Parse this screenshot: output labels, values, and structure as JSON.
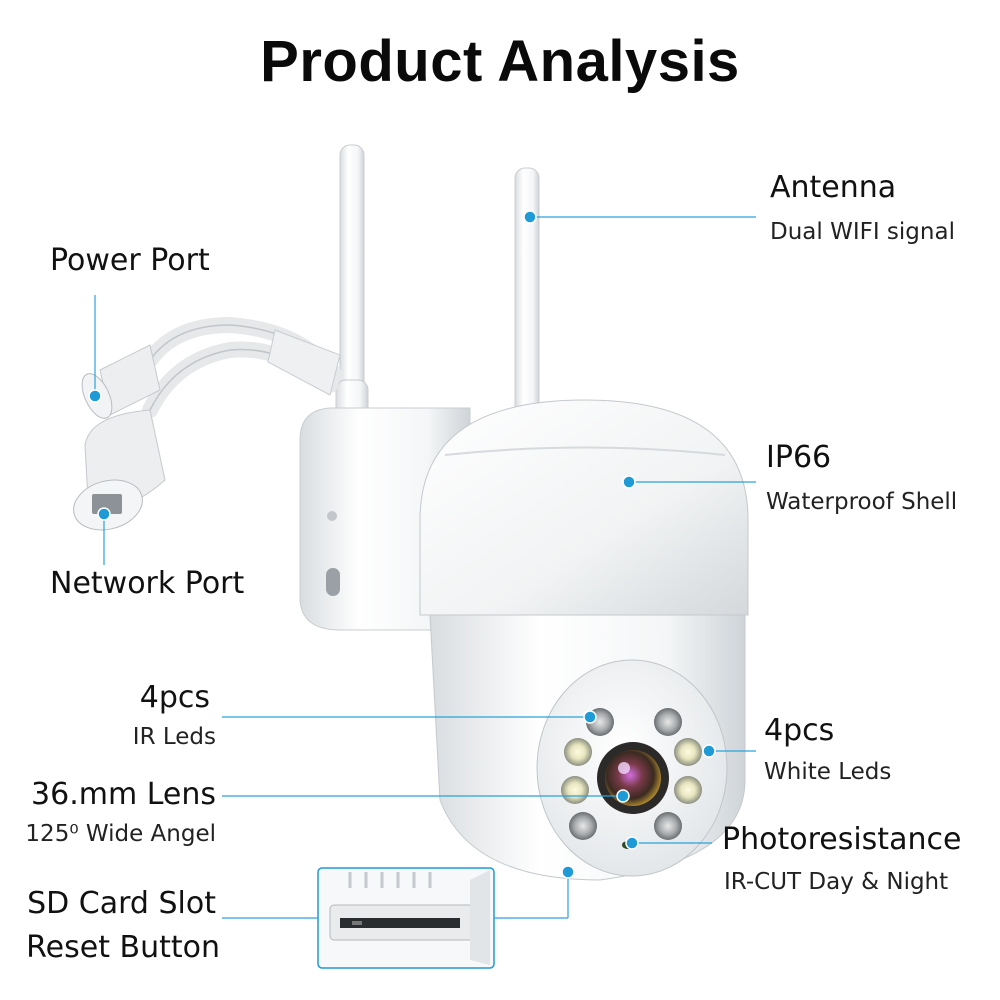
{
  "title": "Product Analysis",
  "callouts": {
    "power_port": {
      "label": "Power Port"
    },
    "network_port": {
      "label": "Network Port"
    },
    "antenna": {
      "label": "Antenna",
      "desc": "Dual WIFI signal"
    },
    "shell": {
      "label": "IP66",
      "desc": "Waterproof Shell"
    },
    "ir_leds": {
      "label": "4pcs",
      "desc": "IR Leds"
    },
    "white_leds": {
      "label": "4pcs",
      "desc": "White Leds"
    },
    "lens": {
      "label": "36.mm Lens",
      "desc": "125⁰ Wide Angel"
    },
    "photoresistance": {
      "label": "Photoresistance",
      "desc": "IR-CUT Day & Night"
    },
    "sd_card": {
      "label": "SD Card Slot",
      "label2": "Reset Button"
    }
  },
  "colors": {
    "callout_line": "#2aa2dc",
    "callout_dot": "#1e9ad6"
  }
}
